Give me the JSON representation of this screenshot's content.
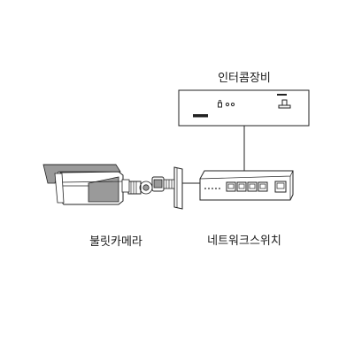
{
  "labels": {
    "intercom": "인터콤장비",
    "camera": "불릿카메라",
    "switch": "네트워크스위치"
  },
  "colors": {
    "line": "#222222",
    "shade": "#9a9a9a",
    "background": "#ffffff"
  },
  "switch_ports": 5
}
